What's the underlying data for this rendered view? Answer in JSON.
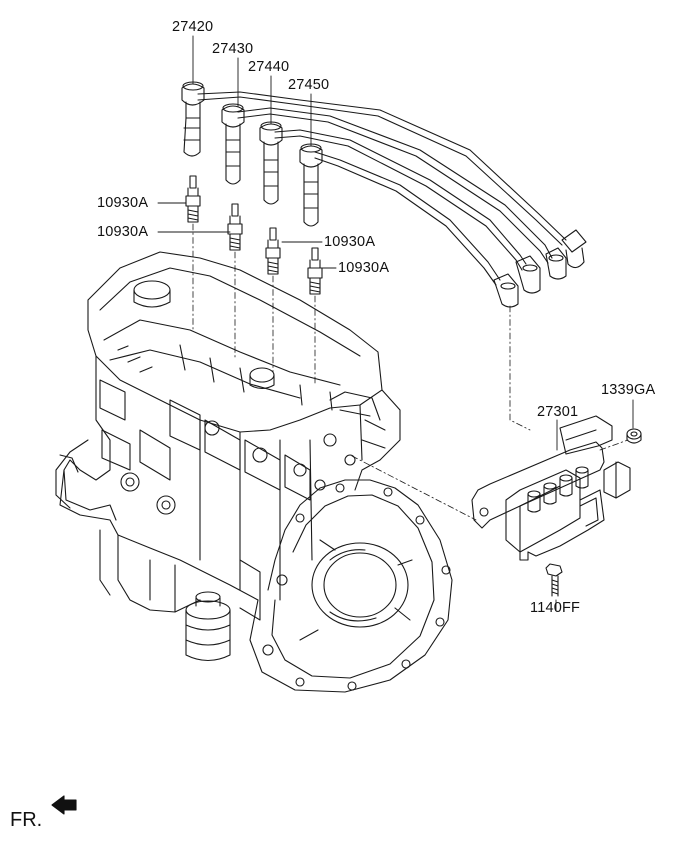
{
  "labels": {
    "wire_1": "27420",
    "wire_2": "27430",
    "wire_3": "27440",
    "wire_4": "27450",
    "plug_1": "10930A",
    "plug_2": "10930A",
    "plug_3": "10930A",
    "plug_4": "10930A",
    "coil": "27301",
    "nut": "1339GA",
    "bolt": "1140FF"
  },
  "direction": {
    "text": "FR.",
    "icon": "front-arrow-icon"
  }
}
